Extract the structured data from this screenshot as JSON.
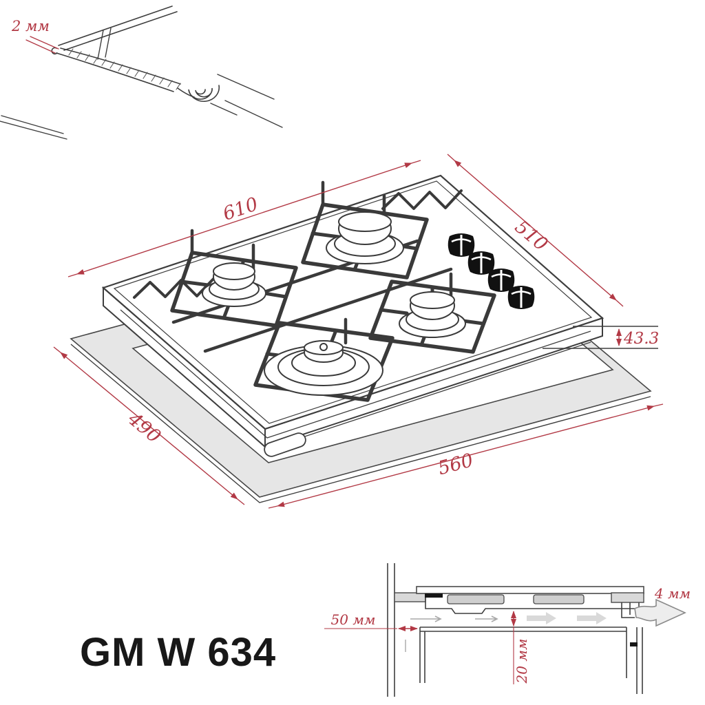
{
  "colors": {
    "background": "#ffffff",
    "line_dark": "#3e3e3e",
    "dimension_red": "#b23945",
    "countertop_gray": "#e6e6e6",
    "housing_gray": "#cfcfcf",
    "airflow_gray": "#d9d9d9",
    "model_text": "#181818"
  },
  "model": {
    "name": "GM W 634"
  },
  "edge_detail": {
    "dimension": "2 мм"
  },
  "hob_drawing": {
    "width_mm": "610",
    "depth_mm": "510",
    "height_mm": "43.3",
    "cutout_depth_mm": "490",
    "cutout_width_mm": "560",
    "burner_count": 4,
    "knob_count": 4
  },
  "installation": {
    "side_clearance": "50 мм",
    "under_clearance": "20 мм",
    "rear_vent_gap": "4 мм"
  }
}
